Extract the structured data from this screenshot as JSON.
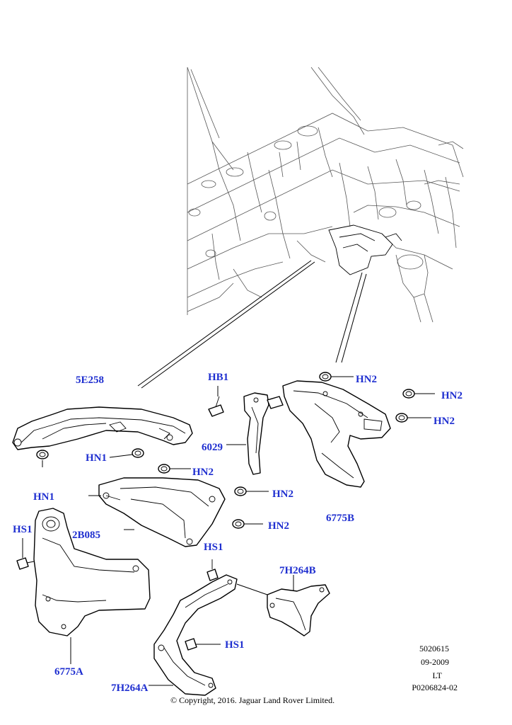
{
  "callouts": {
    "c_5e258": "5E258",
    "c_hb1": "HB1",
    "c_hn2_a": "HN2",
    "c_hn2_b": "HN2",
    "c_hn2_c": "HN2",
    "c_hn2_d": "HN2",
    "c_hn2_e": "HN2",
    "c_hn2_f": "HN2",
    "c_hn1_a": "HN1",
    "c_hn1_b": "HN1",
    "c_6029": "6029",
    "c_6775b": "6775B",
    "c_hs1_a": "HS1",
    "c_hs1_b": "HS1",
    "c_hs1_c": "HS1",
    "c_2b085": "2B085",
    "c_7h264b": "7H264B",
    "c_6775a": "6775A",
    "c_7h264a": "7H264A"
  },
  "reference": {
    "code": "5020615",
    "date": "09-2009",
    "side": "LT",
    "image_id": "P0206824-02"
  },
  "copyright": "© Copyright, 2016. Jaguar Land Rover Limited.",
  "colors": {
    "callout": "#1f2fd0",
    "line": "#000000"
  }
}
